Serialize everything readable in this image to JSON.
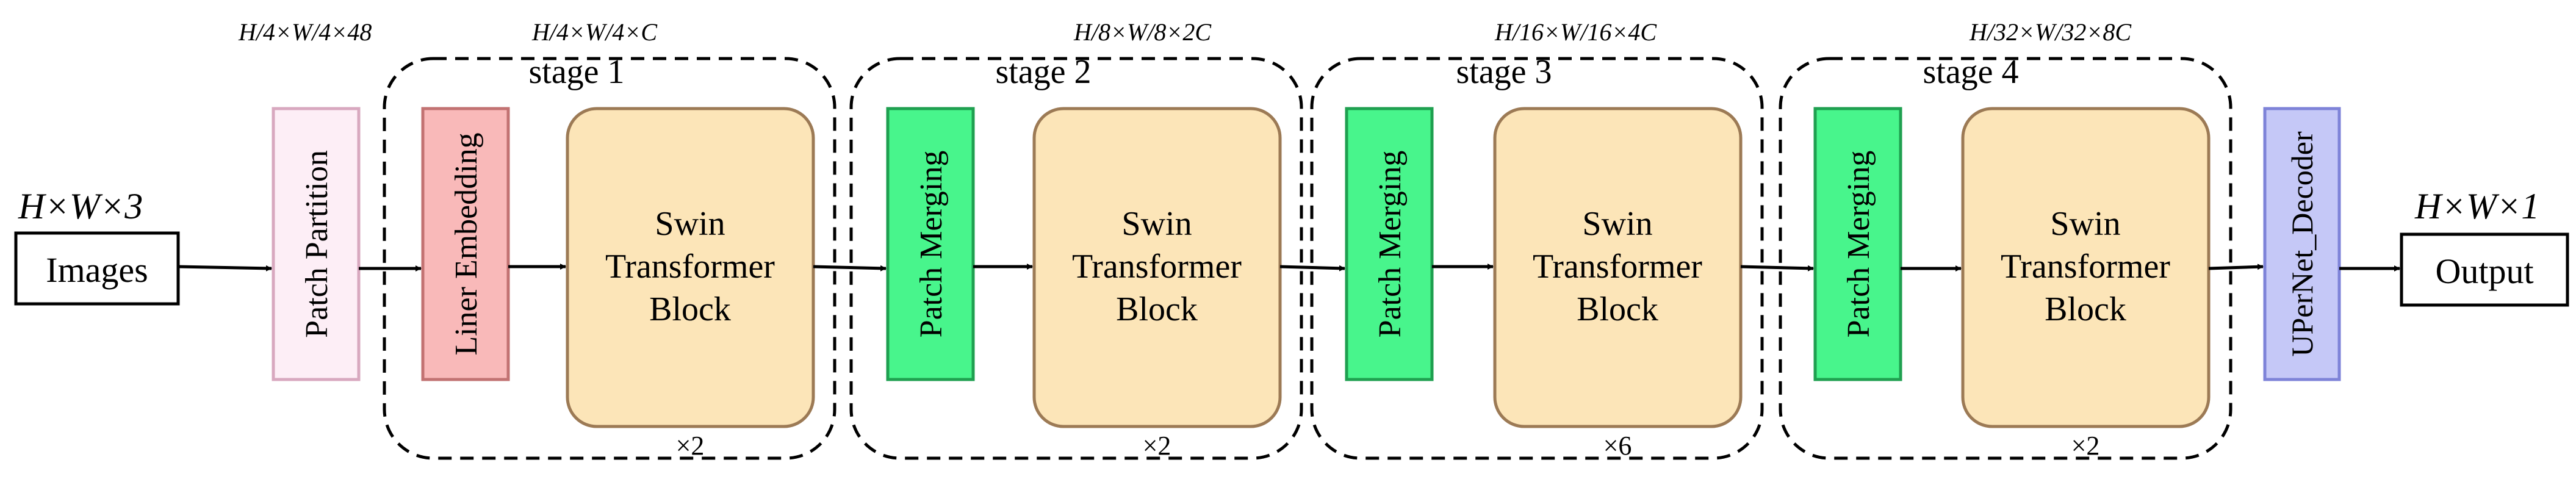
{
  "input": {
    "dims_label": "H×W×3",
    "box_label": "Images"
  },
  "patch_partition": {
    "dims_label": "H/4×W/4×48",
    "label": "Patch Partition",
    "fill": "#fdeef6",
    "stroke": "#d8a8bf"
  },
  "stages": [
    {
      "title": "stage 1",
      "dims_label": "H/4×W/4×C",
      "entry_label": "Liner Embedding",
      "entry_fill": "#f9b9b9",
      "entry_stroke": "#c27272",
      "block_label": [
        "Swin",
        "Transformer",
        "Block"
      ],
      "repeat_label": "×2"
    },
    {
      "title": "stage 2",
      "dims_label": "H/8×W/8×2C",
      "entry_label": "Patch Merging",
      "entry_fill": "#48f58c",
      "entry_stroke": "#1fa050",
      "block_label": [
        "Swin",
        "Transformer",
        "Block"
      ],
      "repeat_label": "×2"
    },
    {
      "title": "stage 3",
      "dims_label": "H/16×W/16×4C",
      "entry_label": "Patch Merging",
      "entry_fill": "#48f58c",
      "entry_stroke": "#1fa050",
      "block_label": [
        "Swin",
        "Transformer",
        "Block"
      ],
      "repeat_label": "×6"
    },
    {
      "title": "stage 4",
      "dims_label": "H/32×W/32×8C",
      "entry_label": "Patch Merging",
      "entry_fill": "#48f58c",
      "entry_stroke": "#1fa050",
      "block_label": [
        "Swin",
        "Transformer",
        "Block"
      ],
      "repeat_label": "×2"
    }
  ],
  "block_fill": "#fce5b8",
  "block_stroke": "#9c7a55",
  "decoder": {
    "label": "UPerNet_Decoder",
    "fill": "#c5c8f7",
    "stroke": "#7e83d8"
  },
  "output": {
    "dims_label": "H×W×1",
    "box_label": "Output"
  }
}
